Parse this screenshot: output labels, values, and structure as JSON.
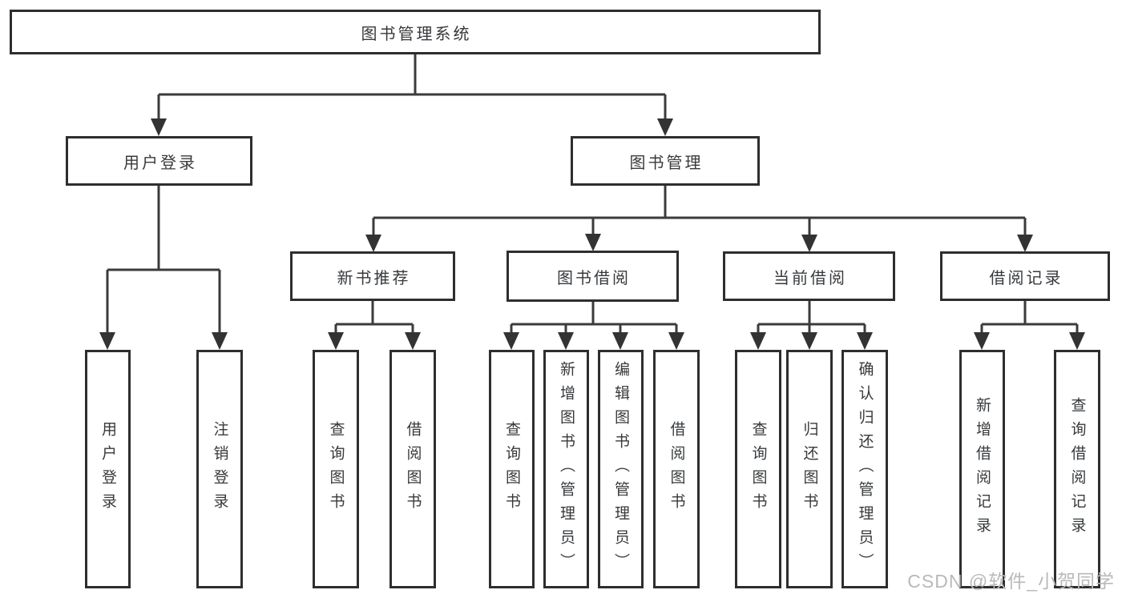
{
  "diagram": {
    "root": {
      "label": "图书管理系统"
    },
    "level2": [
      {
        "label": "用户登录"
      },
      {
        "label": "图书管理"
      }
    ],
    "level3": [
      {
        "label": "新书推荐"
      },
      {
        "label": "图书借阅"
      },
      {
        "label": "当前借阅"
      },
      {
        "label": "借阅记录"
      }
    ],
    "leaves": [
      {
        "label": "用户登录"
      },
      {
        "label": "注销登录"
      },
      {
        "label": "查询图书"
      },
      {
        "label": "借阅图书"
      },
      {
        "label": "查询图书"
      },
      {
        "label": "新增图书（管理员）"
      },
      {
        "label": "编辑图书（管理员）"
      },
      {
        "label": "借阅图书"
      },
      {
        "label": "查询图书"
      },
      {
        "label": "归还图书"
      },
      {
        "label": "确认归还（管理员）"
      },
      {
        "label": "新增借阅记录"
      },
      {
        "label": "查询借阅记录"
      }
    ]
  },
  "watermark": {
    "text": "CSDN @软件_小贺同学"
  },
  "colors": {
    "line": "#3b3b3b",
    "border": "#2e2e2e",
    "text": "#373a3d",
    "background": "#ffffff",
    "watermark": "#b9b9b9"
  }
}
